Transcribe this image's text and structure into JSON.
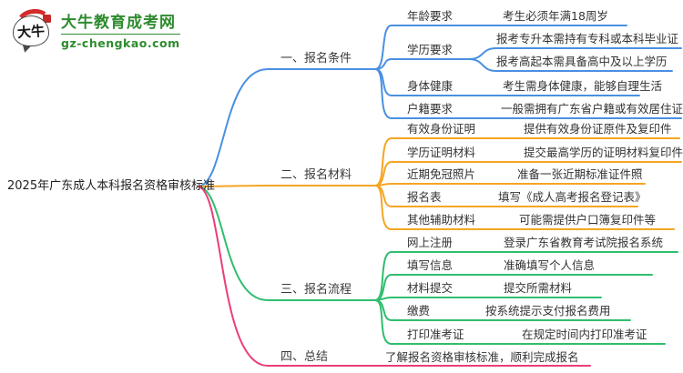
{
  "logo": {
    "title": "大牛教育成考网",
    "domain": "gz-chengkao.com",
    "mark": "大牛"
  },
  "colors": {
    "branch1_blue": "#4a90e2",
    "branch2_orange": "#f5a623",
    "branch3_green": "#2fbe6e",
    "branch4_pink": "#eb3d79",
    "brand_green": "#2e8b2e",
    "logo_red": "#d42b2b",
    "text": "#333333"
  },
  "mindmap": {
    "root": "2025年广东成人本科报名资格审核标准",
    "branches": [
      {
        "label": "一、报名条件",
        "color": "#4a90e2",
        "children": [
          {
            "label": "年龄要求",
            "leaves": [
              "考生必须年满18周岁"
            ]
          },
          {
            "label": "学历要求",
            "leaves": [
              "报考专升本需持有专科或本科毕业证",
              "报考高起本需具备高中及以上学历"
            ]
          },
          {
            "label": "身体健康",
            "leaves": [
              "考生需身体健康，能够自理生活"
            ]
          },
          {
            "label": "户籍要求",
            "leaves": [
              "一般需拥有广东省户籍或有效居住证"
            ]
          }
        ]
      },
      {
        "label": "二、报名材料",
        "color": "#f5a623",
        "children": [
          {
            "label": "有效身份证明",
            "leaves": [
              "提供有效身份证原件及复印件"
            ]
          },
          {
            "label": "学历证明材料",
            "leaves": [
              "提交最高学历的证明材料复印件"
            ]
          },
          {
            "label": "近期免冠照片",
            "leaves": [
              "准备一张近期标准证件照"
            ]
          },
          {
            "label": "报名表",
            "leaves": [
              "填写《成人高考报名登记表》"
            ]
          },
          {
            "label": "其他辅助材料",
            "leaves": [
              "可能需提供户口簿复印件等"
            ]
          }
        ]
      },
      {
        "label": "三、报名流程",
        "color": "#2fbe6e",
        "children": [
          {
            "label": "网上注册",
            "leaves": [
              "登录广东省教育考试院报名系统"
            ]
          },
          {
            "label": "填写信息",
            "leaves": [
              "准确填写个人信息"
            ]
          },
          {
            "label": "材料提交",
            "leaves": [
              "提交所需材料"
            ]
          },
          {
            "label": "缴费",
            "leaves": [
              "按系统提示支付报名费用"
            ]
          },
          {
            "label": "打印准考证",
            "leaves": [
              "在规定时间内打印准考证"
            ]
          }
        ]
      },
      {
        "label": "四、总结",
        "color": "#eb3d79",
        "children": [
          {
            "label": "了解报名资格审核标准，顺利完成报名",
            "leaves": []
          }
        ]
      }
    ]
  }
}
